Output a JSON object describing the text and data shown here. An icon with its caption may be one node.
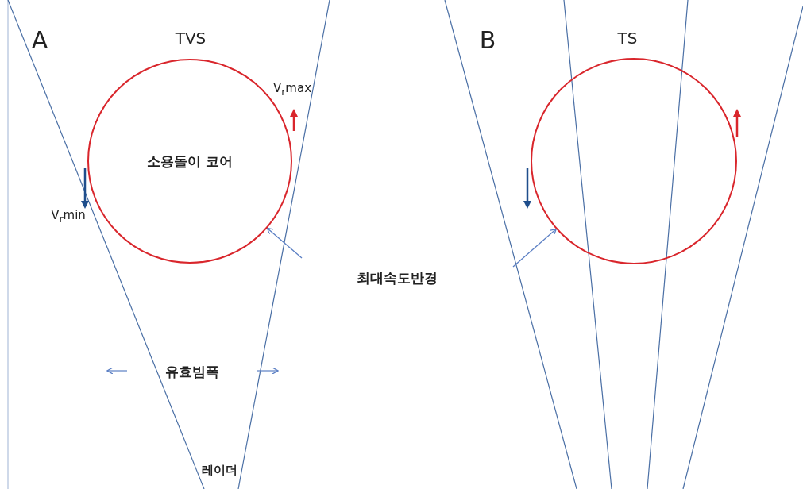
{
  "diagram": {
    "nodes": [
      {
        "text": [
          "소용돌이 코어"
        ]
      },
      {
        "text": [],
        "shape": "circle"
      }
    ],
    "edges": [
      {
        "from": null,
        "to": 0,
        "arrow": "to"
      },
      {
        "from": null,
        "to": 1,
        "arrow": "to"
      }
    ],
    "labels": [
      "A",
      "TVS",
      "V$_{r}$max",
      "V$_{r}$min",
      "B",
      "TS",
      "최대속도반경",
      "유효빔폭",
      "레이더"
    ]
  }
}
